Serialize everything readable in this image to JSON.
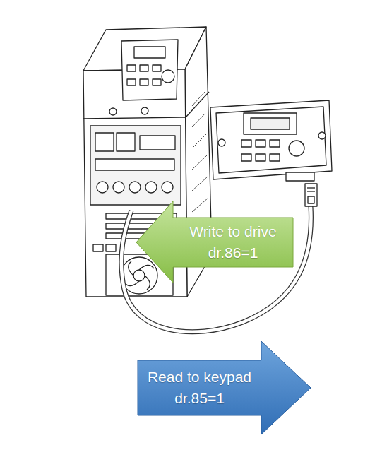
{
  "diagram": {
    "nodes": [
      {
        "text": [
          "Write to drive",
          "dr.86=1"
        ]
      },
      {
        "text": [
          "Read to keypad",
          "dr.85=1"
        ]
      }
    ]
  }
}
